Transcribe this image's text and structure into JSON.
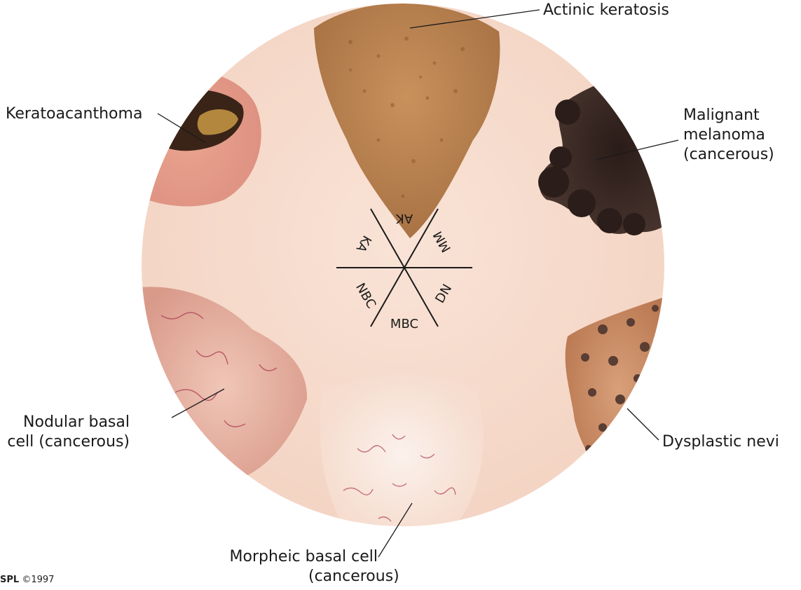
{
  "labels": {
    "actinic_keratosis": "Actinic keratosis",
    "keratoacanthoma": "Keratoacanthoma",
    "malignant_melanoma": [
      "Malignant",
      "melanoma",
      "(cancerous)"
    ],
    "nodular_basal_cell": [
      "Nodular basal",
      "cell (cancerous)"
    ],
    "dysplastic_nevi": "Dysplastic nevi",
    "morpheic_basal_cell": [
      "Morpheic basal cell",
      "(cancerous)"
    ]
  },
  "key": {
    "ak": "AK",
    "mm": "MM",
    "dn": "DN",
    "mbc": "MBC",
    "nbc": "NBC",
    "ka": "KA"
  },
  "copyright": {
    "mark": "SPL",
    "year": "©1997"
  },
  "colors": {
    "skin": "#f6ddcf",
    "actinic_keratosis": "#b9814f",
    "keratoacanthoma": "#e6a593",
    "melanoma": "#3b2a24",
    "dysplastic_nevi": "#c98f68",
    "nodular_basal_cell": "#e6b3a3",
    "vessels": "#b0455a"
  }
}
